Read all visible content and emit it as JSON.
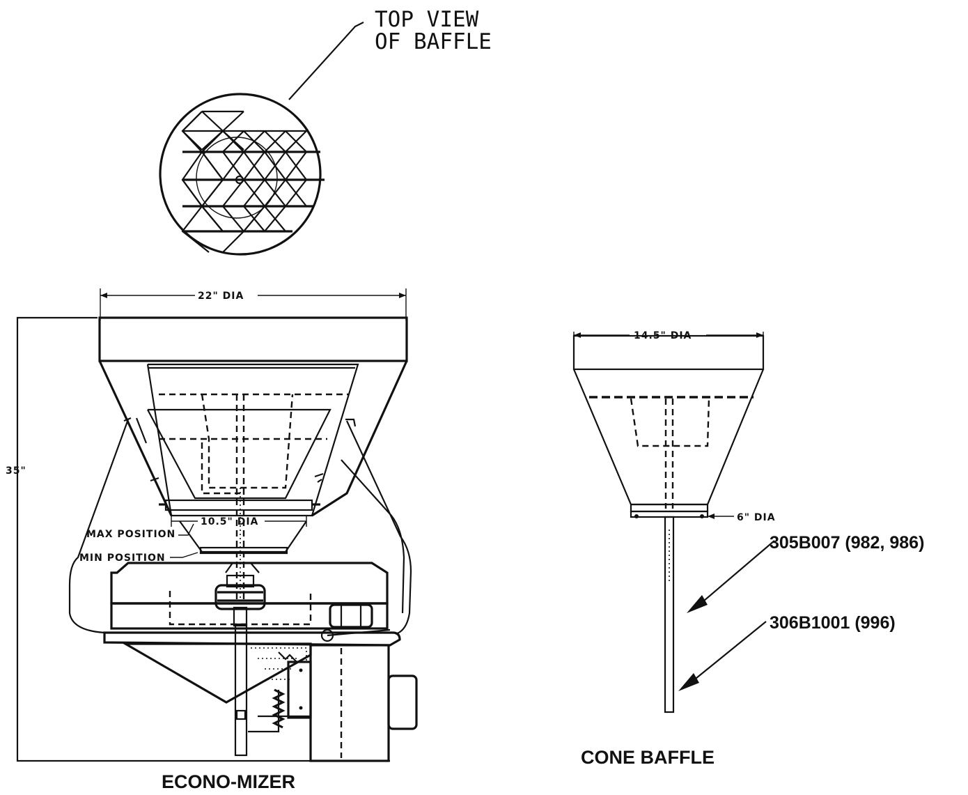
{
  "top_view": {
    "line1": "TOP VIEW",
    "line2": "OF BAFFLE"
  },
  "econo_mizer": {
    "title": "ECONO-MIZER",
    "dim_top": "22\" DIA",
    "dim_height": "35\"",
    "dim_bottom": "10.5\" DIA",
    "max_position": "MAX POSITION",
    "min_position": "MIN POSITION"
  },
  "cone_baffle": {
    "title": "CONE BAFFLE",
    "dim_top": "14.5\" DIA",
    "dim_bottom": "6\" DIA",
    "part_1": "305B007 (982, 986)",
    "part_2": "306B1001 (996)"
  }
}
